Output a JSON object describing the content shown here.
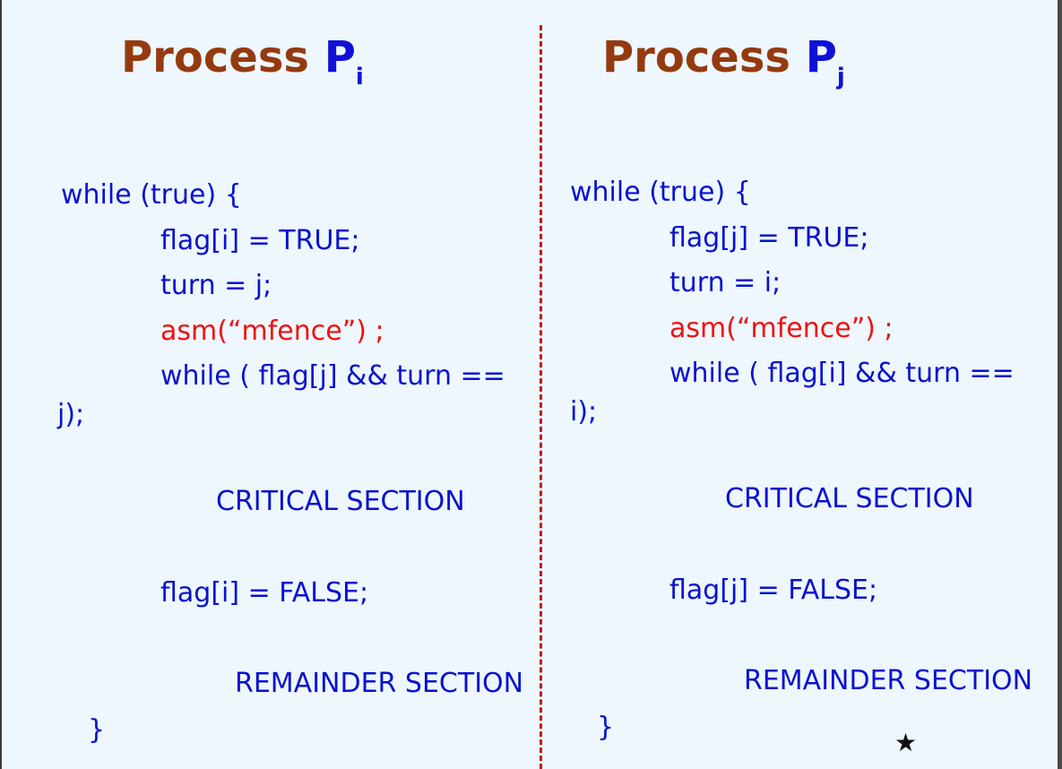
{
  "left": {
    "title_word": "Process",
    "title_p": "P",
    "title_sub": "i",
    "lines": [
      "while (true) {",
      "flag[i] = TRUE;",
      "turn = j;",
      "asm(“mfence”) ;",
      "while ( flag[j] && turn ==",
      "j);",
      "CRITICAL SECTION",
      "flag[i] = FALSE;",
      "REMAINDER SECTION",
      "}"
    ]
  },
  "right": {
    "title_word": "Process",
    "title_p": "P",
    "title_sub": "j",
    "lines": [
      "while (true) {",
      "flag[j] = TRUE;",
      "turn = i;",
      "asm(“mfence”) ;",
      "while ( flag[i] && turn ==",
      "i);",
      "CRITICAL SECTION",
      "flag[j] = FALSE;",
      "REMAINDER SECTION",
      "}"
    ]
  },
  "icons": {
    "star": "star-icon"
  },
  "colors": {
    "title": "#953a0f",
    "code": "#0a12cf",
    "fence": "#ee1111",
    "divider": "#c8191e",
    "background": "#eef7fd"
  }
}
